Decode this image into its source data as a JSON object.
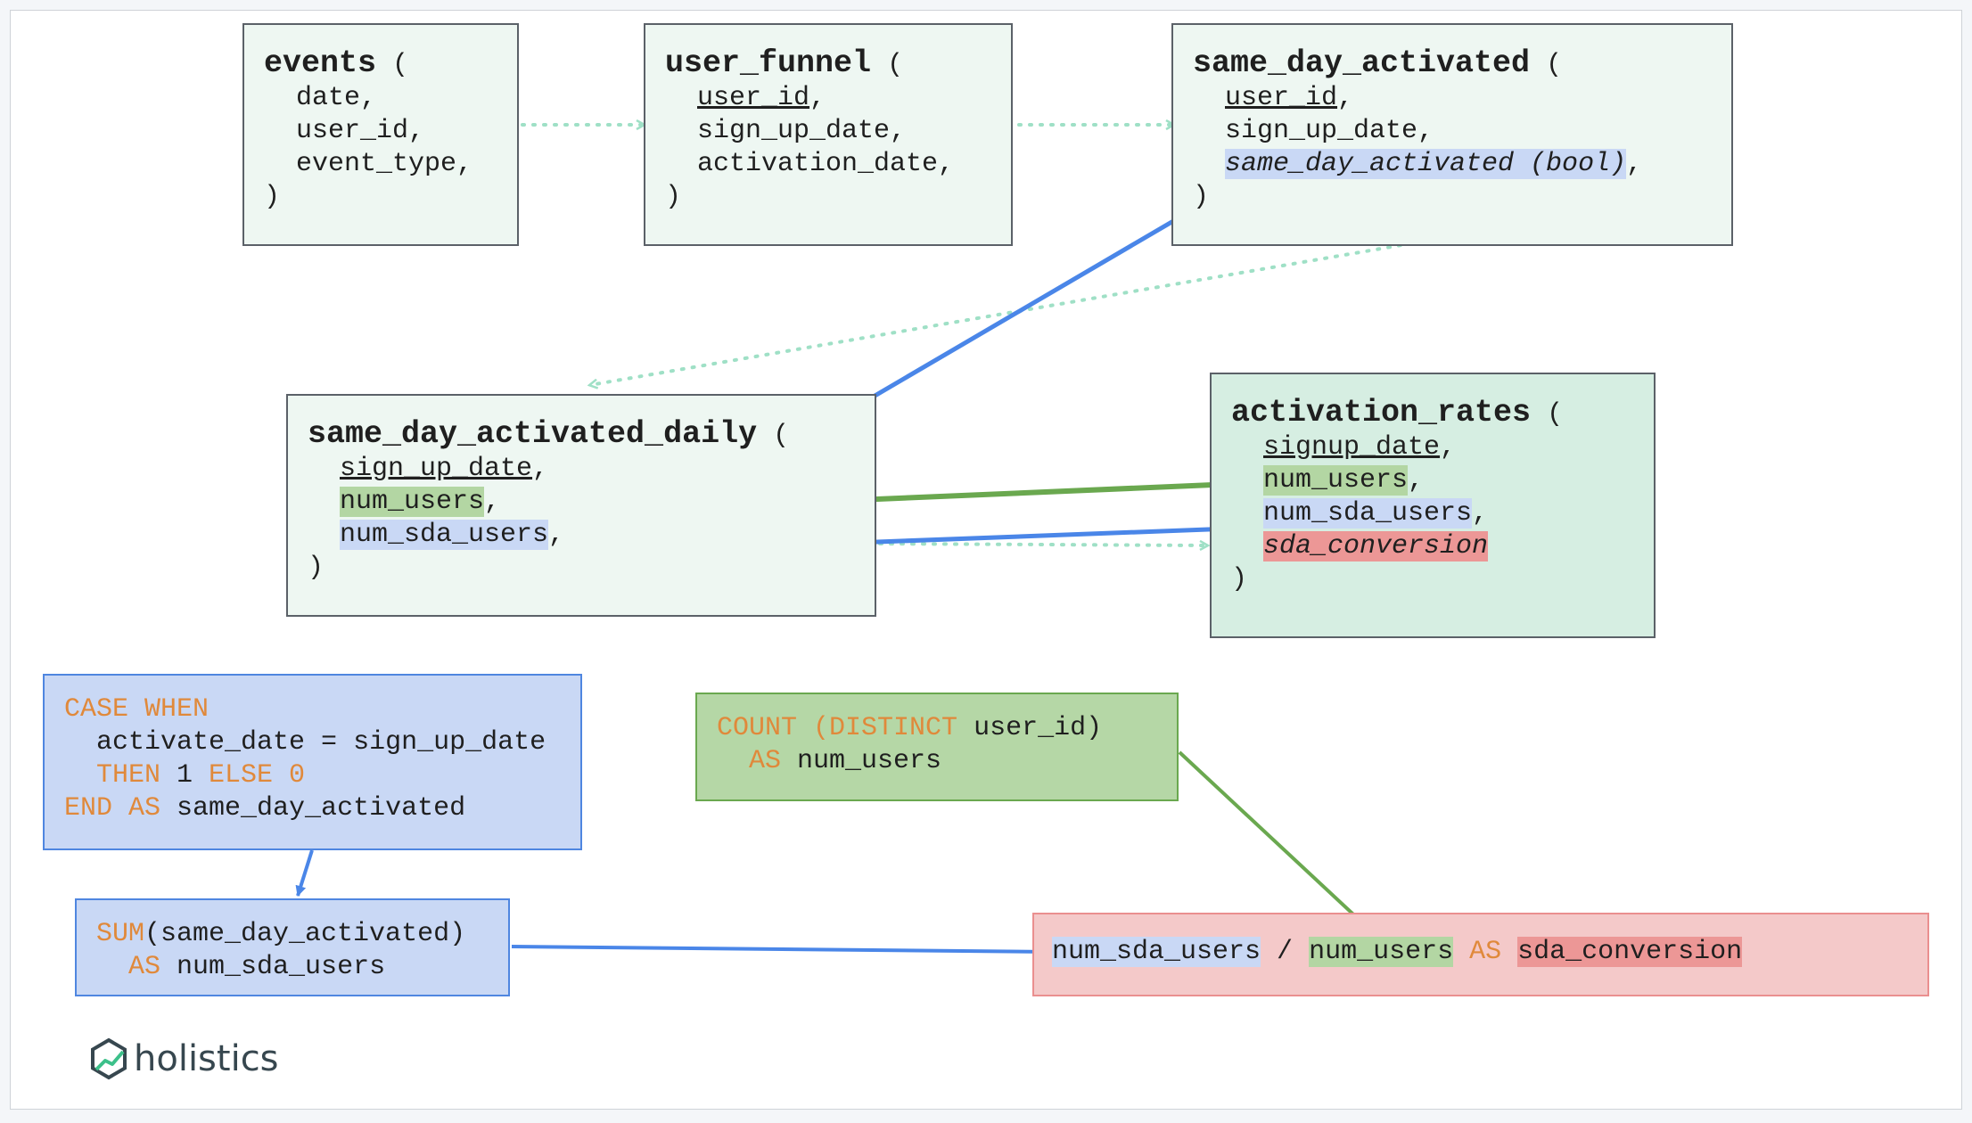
{
  "tables": {
    "events": {
      "name": "events",
      "open": "(",
      "cols": [
        "date,",
        "user_id,",
        "event_type,"
      ],
      "close": ")"
    },
    "user_funnel": {
      "name": "user_funnel",
      "open": "(",
      "cols": [
        "user_id",
        ",",
        "sign_up_date,",
        "activation_date,"
      ],
      "close": ")"
    },
    "same_day_activated": {
      "name": "same_day_activated",
      "open": "(",
      "col1": "user_id",
      "col1_sep": ",",
      "col2": "sign_up_date,",
      "col3": "same_day_activated (bool)",
      "col3_sep": ",",
      "close": ")"
    },
    "same_day_activated_daily": {
      "name": "same_day_activated_daily",
      "open": "(",
      "col1": "sign_up_date",
      "col1_sep": ",",
      "col2": "num_users",
      "col2_sep": ",",
      "col3": "num_sda_users",
      "col3_sep": ",",
      "close": ")"
    },
    "activation_rates": {
      "name": "activation_rates",
      "open": "(",
      "col1": "signup_date",
      "col1_sep": ",",
      "col2": "num_users",
      "col2_sep": ",",
      "col3": "num_sda_users",
      "col3_sep": ",",
      "col4": "sda_conversion",
      "close": ")"
    }
  },
  "code": {
    "case_when": {
      "kw_case": "CASE WHEN",
      "line2": "activate_date = sign_up_date",
      "kw_then": "THEN",
      "one": " 1 ",
      "kw_else": "ELSE 0",
      "kw_end": "END AS",
      "alias": " same_day_activated"
    },
    "sum": {
      "kw_sum": "SUM",
      "arg": "(same_day_activated)",
      "kw_as": "AS",
      "alias": " num_sda_users"
    },
    "count": {
      "kw_count": "COUNT",
      "paren": " (",
      "kw_distinct": "DISTINCT",
      "arg": " user_id)",
      "kw_as": "AS",
      "alias": " num_users"
    },
    "conversion": {
      "num": "num_sda_users",
      "slash": " / ",
      "den": "num_users",
      "kw_as": " AS ",
      "alias": "sda_conversion"
    }
  },
  "brand": {
    "name": "holistics"
  },
  "colors": {
    "table_fill": "#eef7f2",
    "rates_fill": "#d6eee2",
    "blue_highlight": "#c9d8f5",
    "green_highlight": "#b3d6a3",
    "red_highlight": "#ec9796",
    "keyword": "#e0893b",
    "blue_arrow": "#4a86e8",
    "green_arrow": "#6aa84f",
    "dotted_flow": "#9fe0c6"
  }
}
